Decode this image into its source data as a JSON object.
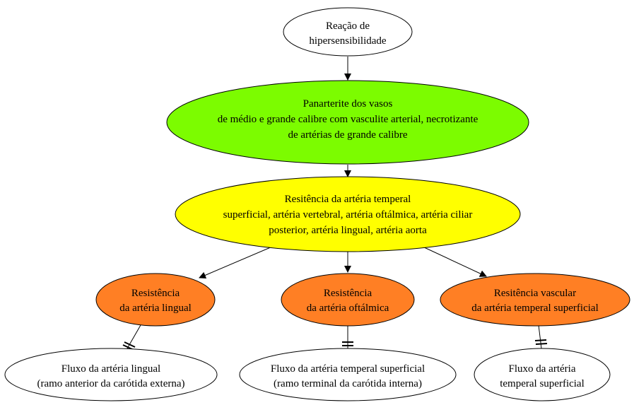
{
  "colors": {
    "green": "#7cfc00",
    "yellow": "#ffff00",
    "orange": "#ff7f24",
    "white": "#ffffff",
    "stroke": "#000000"
  },
  "nodes": {
    "reaction": {
      "line1": "Reação de",
      "line2": "hipersensibilidade"
    },
    "panarteritis": {
      "line1": "Panarterite dos vasos",
      "line2": "de médio e grande calibre com vasculite arterial, necrotizante",
      "line3": "de artérias de grande calibre"
    },
    "resistance_main": {
      "line1": "Resitência da artéria temperal",
      "line2": "superficial, artéria vertebral, artéria oftálmica, artéria ciliar",
      "line3": "posterior, artéria lingual, artéria aorta"
    },
    "res_lingual": {
      "line1": "Resistência",
      "line2": "da artéria lingual"
    },
    "res_ophthalmic": {
      "line1": "Resistência",
      "line2": "da artéria oftálmica"
    },
    "res_temporal": {
      "line1": "Resitência vascular",
      "line2": "da artéria temperal superficial"
    },
    "flow_lingual": {
      "line1": "Fluxo da artéria lingual",
      "line2": "(ramo anterior da carótida externa)"
    },
    "flow_temporal_terminal": {
      "line1": "Fluxo da artéria temperal superficial",
      "line2": "(ramo terminal da carótida interna)"
    },
    "flow_temporal": {
      "line1": "Fluxo da artéria",
      "line2": "temperal superficial"
    }
  }
}
